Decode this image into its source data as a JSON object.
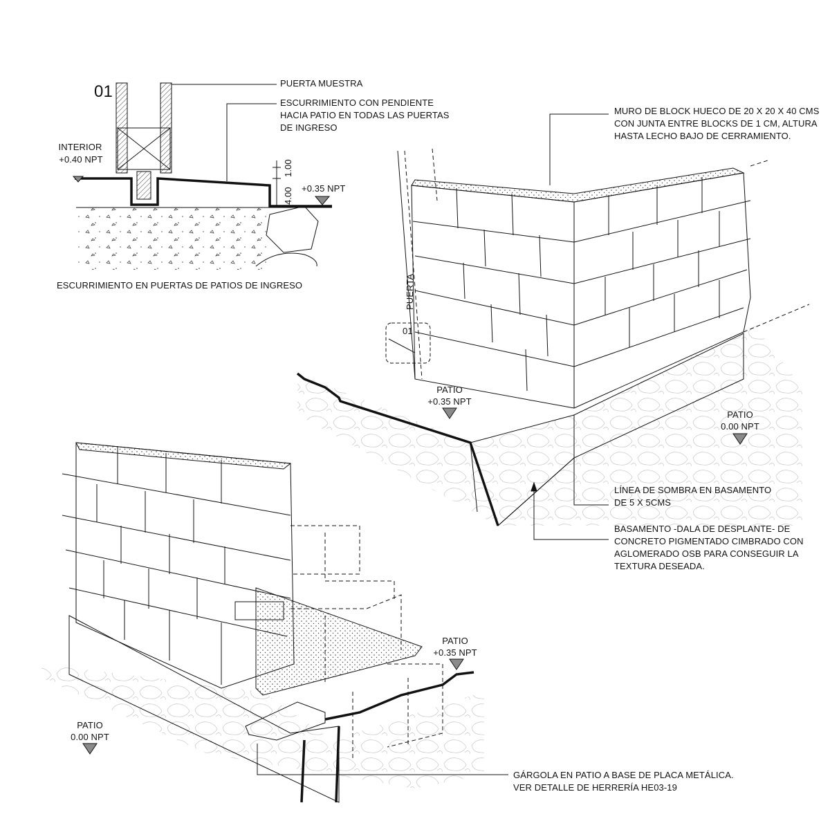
{
  "detail_01": {
    "number": "01",
    "caption": "ESCURRIMIENTO EN PUERTAS DE PATIOS DE INGRESO",
    "door_label": "PUERTA MUESTRA",
    "slope_note": [
      "ESCURRIMIENTO CON PENDIENTE",
      "HACIA PATIO EN TODAS LAS PUERTAS",
      "DE INGRESO"
    ],
    "interior_level": [
      "INTERIOR",
      "+0.40 NPT"
    ],
    "patio_level": "+0.35 NPT",
    "dim_1": "1.00",
    "dim_2": "4.00"
  },
  "corner_view": {
    "wall_note": [
      "MURO DE BLOCK HUECO DE 20 X 20 X 40 CMS",
      "CON JUNTA ENTRE BLOCKS DE 1 CM, ALTURA",
      "HASTA LECHO BAJO DE CERRAMIENTO."
    ],
    "door_label": "PUERTA",
    "callout": "01",
    "patio_high": [
      "PATIO",
      "+0.35 NPT"
    ],
    "patio_low": [
      "PATIO",
      "0.00 NPT"
    ],
    "shadow_note": [
      "LÍNEA DE SOMBRA EN BASAMENTO",
      "DE 5 X 5CMS"
    ],
    "base_note": [
      "BASAMENTO -DALA DE DESPLANTE- DE",
      "CONCRETO PIGMENTADO CIMBRADO CON",
      "AGLOMERADO OSB PARA CONSEGUIR LA",
      "TEXTURA DESEADA."
    ]
  },
  "gargoyle_view": {
    "patio_high": [
      "PATIO",
      "+0.35 NPT"
    ],
    "patio_low": [
      "PATIO",
      "0.00 NPT"
    ],
    "gargoyle_note": [
      "GÁRGOLA EN PATIO A BASE DE PLACA METÁLICA.",
      "VER DETALLE DE HERRERÍA HE03-19"
    ]
  },
  "colors": {
    "ink": "#111111",
    "hatch": "#9a9a9a",
    "level_marker": "#8a8a8a"
  },
  "icons": [
    "level-marker-icon",
    "arrow-icon"
  ]
}
